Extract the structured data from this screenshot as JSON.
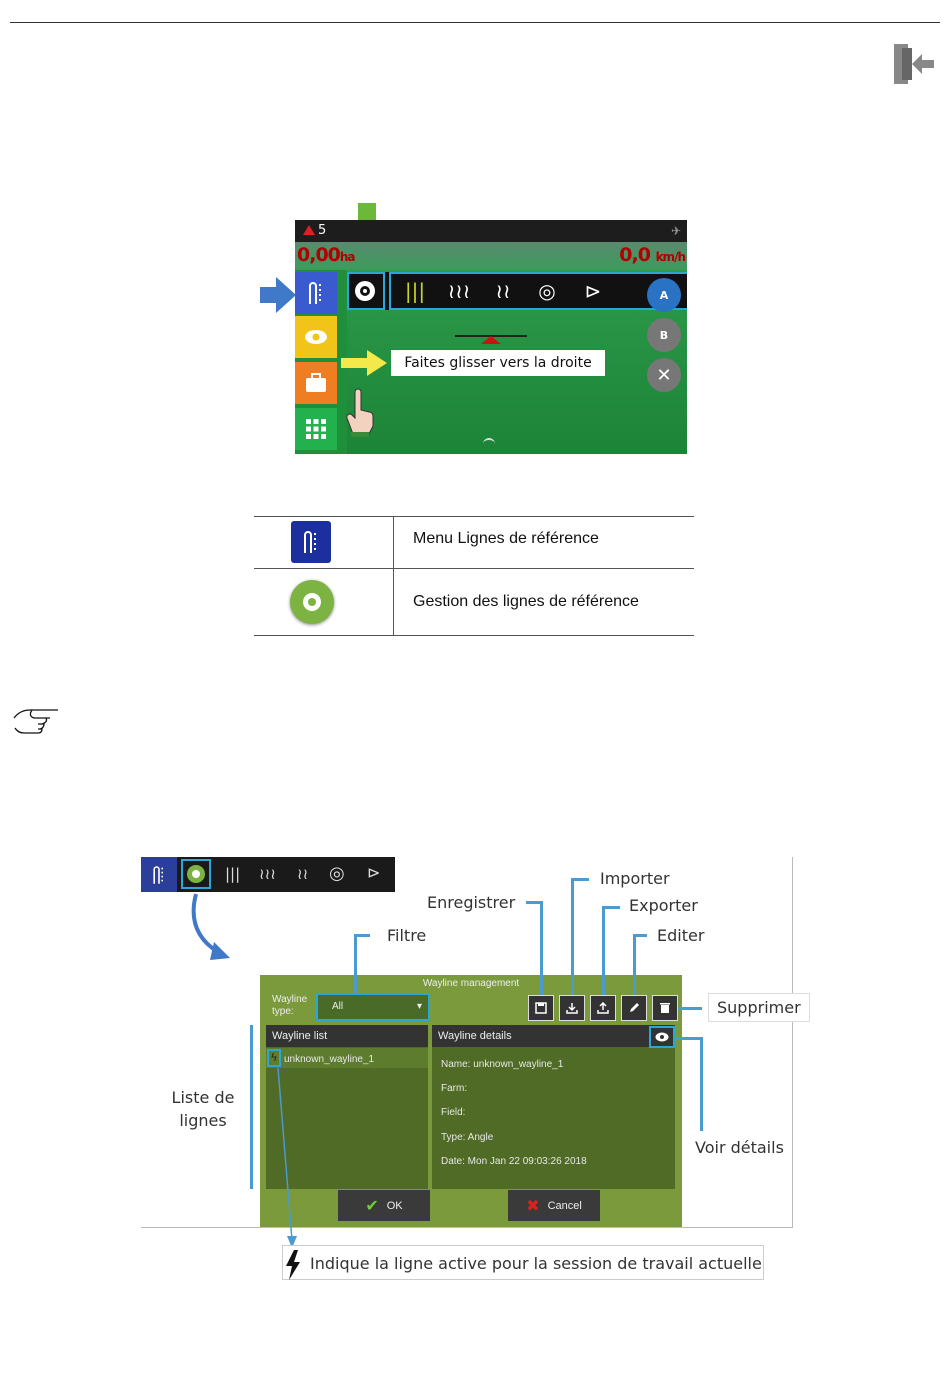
{
  "screen1": {
    "warning_count": "5",
    "area_readout": "0,00",
    "area_unit": "ha",
    "speed_readout": "0,0",
    "speed_unit": "km/h",
    "slide_hint": "Faites glisser vers la droite",
    "point_a_label": "A",
    "point_b_label": "B"
  },
  "icon_table": {
    "rows": [
      {
        "icon": "reference-lines-menu-icon",
        "label": "Menu Lignes de référence"
      },
      {
        "icon": "gear-icon",
        "label": "Gestion des lignes de référence"
      }
    ]
  },
  "note_icon": "pointing-hand-icon",
  "wayline_management": {
    "title": "Wayline management",
    "filter_label": "Wayline type:",
    "filter_value": "All",
    "list_header": "Wayline list",
    "list_items": [
      "unknown_wayline_1"
    ],
    "details_header": "Wayline details",
    "details": {
      "name": "Name: unknown_wayline_1",
      "farm": "Farm:",
      "field": "Field:",
      "type": "Type: Angle",
      "date": "Date: Mon Jan 22 09:03:26 2018"
    },
    "ok_label": "OK",
    "cancel_label": "Cancel"
  },
  "callouts": {
    "importer": "Importer",
    "enregistrer": "Enregistrer",
    "exporter": "Exporter",
    "filtre": "Filtre",
    "editer": "Editer",
    "supprimer": "Supprimer",
    "liste": "Liste de lignes",
    "voir": "Voir détails",
    "active": "Indique la ligne active pour la session de travail actuelle"
  },
  "colors": {
    "highlight": "#2aa7d6",
    "callout_line": "#4b9ad0",
    "screen_field": "#1f8f3c",
    "menu_blue": "#3a5bd0",
    "gear_green": "#7cb342",
    "panel_green": "#7a9a3c"
  }
}
